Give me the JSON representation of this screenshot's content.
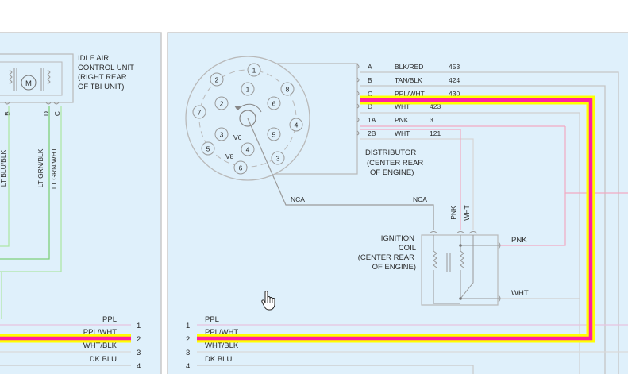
{
  "colors": {
    "panel_bg": "#dff0fb",
    "panel_border": "#c9c9c9",
    "wire_gray": "#b9b9b9",
    "wire_pink": "#f2a9c2",
    "wire_light_green": "#aee6a6",
    "wire_green": "#7ed07a",
    "highlight_yellow": "#ffff00",
    "highlight_magenta": "#ff1fa0"
  },
  "left_panel": {
    "idle_air_label": [
      "IDLE AIR",
      "CONTROL UNIT",
      "(RIGHT REAR",
      "OF TBI UNIT)"
    ],
    "motor_symbol": "M",
    "pin_b": "B",
    "pin_d": "D",
    "pin_c": "C",
    "wire_lt_blu_blk": "LT BLU/BLK",
    "wire_lt_grn_blk": "LT GRN/BLK",
    "wire_lt_grn_wht": "LT GRN/WHT",
    "bus_rows": [
      {
        "label": "PPL",
        "num": "1"
      },
      {
        "label": "PPL/WHT",
        "num": "2"
      },
      {
        "label": "WHT/BLK",
        "num": "3"
      },
      {
        "label": "DK BLU",
        "num": "4"
      }
    ]
  },
  "right_panel": {
    "distributor_pins": [
      {
        "pin": "A",
        "color": "BLK/RED",
        "circuit": "453"
      },
      {
        "pin": "B",
        "color": "TAN/BLK",
        "circuit": "424"
      },
      {
        "pin": "C",
        "color": "PPL/WHT",
        "circuit": "430"
      },
      {
        "pin": "D",
        "color": "WHT",
        "circuit": "423"
      },
      {
        "pin": "1A",
        "color": "PNK",
        "circuit": "3"
      },
      {
        "pin": "2B",
        "color": "WHT",
        "circuit": "121"
      }
    ],
    "distributor_label": [
      "DISTRIBUTOR",
      "(CENTER REAR",
      "OF ENGINE)"
    ],
    "outer_ring": [
      "1",
      "8",
      "4",
      "3",
      "6",
      "5",
      "7",
      "2"
    ],
    "inner_ring": [
      "1",
      "6",
      "5",
      "4",
      "3",
      "2"
    ],
    "v6_label": "V6",
    "v8_label": "V8",
    "nca_left": "NCA",
    "nca_right": "NCA",
    "wire_pnk_vertical": "PNK",
    "wire_wht_vertical": "WHT",
    "coil_label": [
      "IGNITION",
      "COIL",
      "(CENTER REAR",
      "OF ENGINE)"
    ],
    "coil_out_pnk": "PNK",
    "coil_out_wht": "WHT",
    "bus_rows": [
      {
        "label": "PPL",
        "num": "1"
      },
      {
        "label": "PPL/WHT",
        "num": "2"
      },
      {
        "label": "WHT/BLK",
        "num": "3"
      },
      {
        "label": "DK BLU",
        "num": "4"
      }
    ]
  },
  "cursor": "hand-pointer"
}
